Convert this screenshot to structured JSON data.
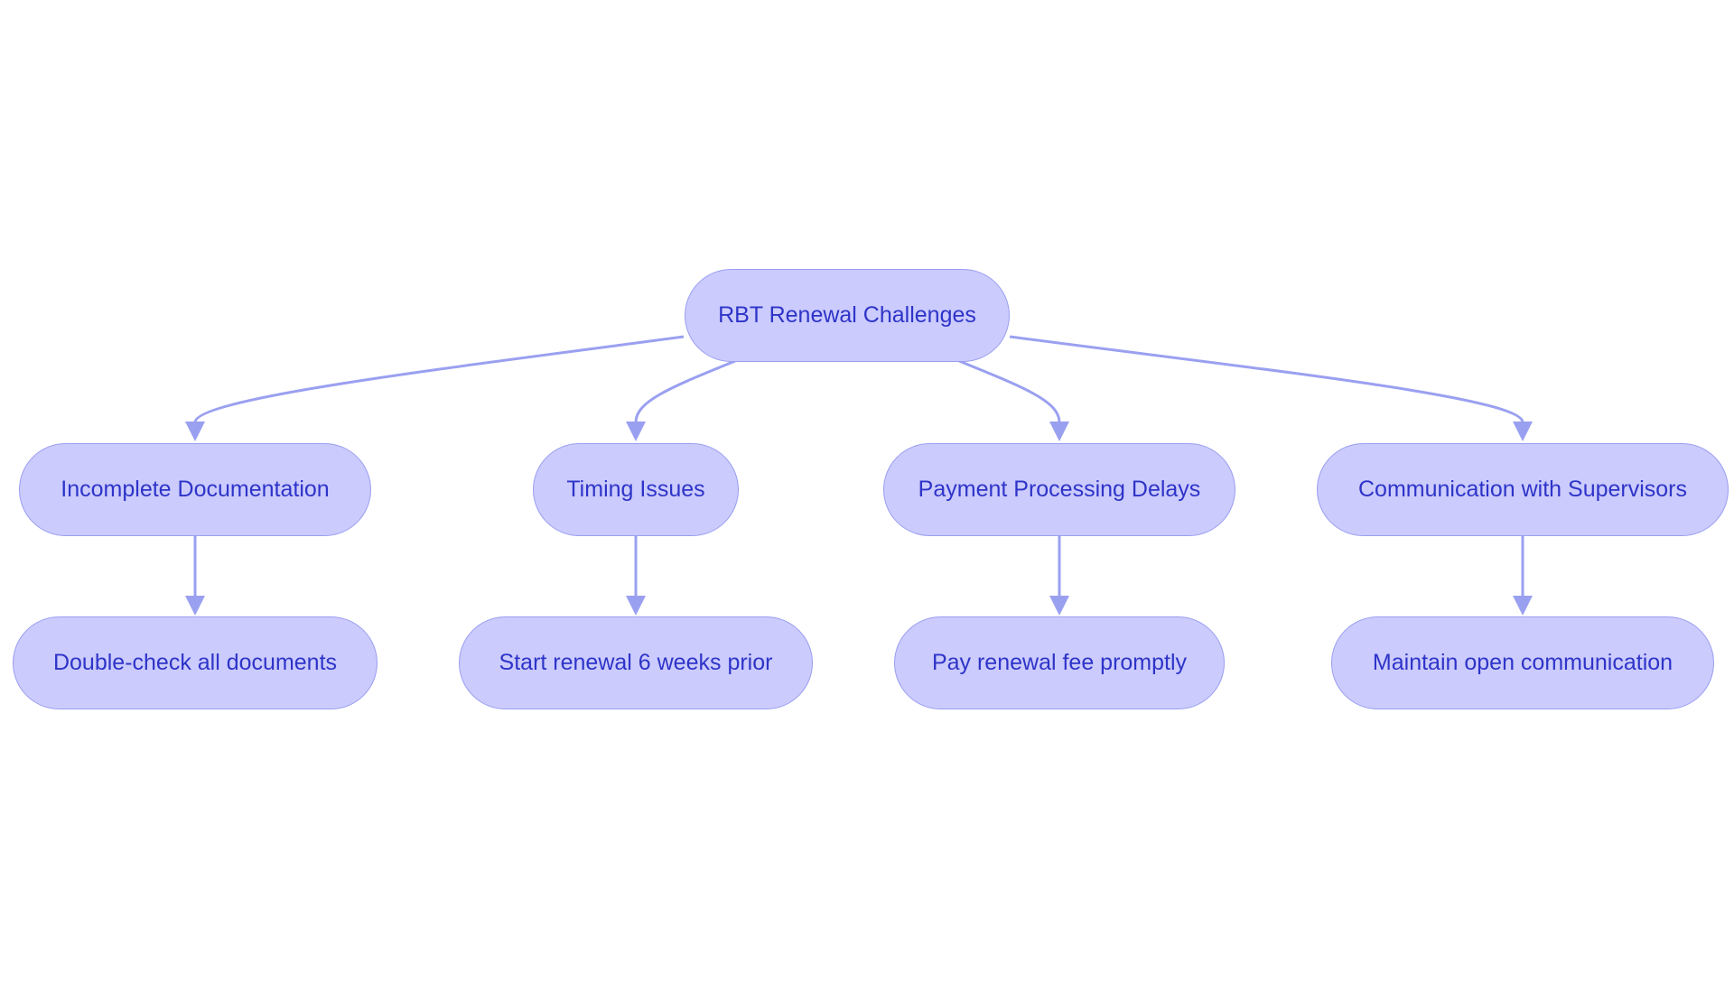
{
  "diagram": {
    "root": {
      "label": "RBT Renewal Challenges"
    },
    "challenges": [
      {
        "label": "Incomplete Documentation",
        "solution": "Double-check all documents"
      },
      {
        "label": "Timing Issues",
        "solution": "Start renewal 6 weeks prior"
      },
      {
        "label": "Payment Processing Delays",
        "solution": "Pay renewal fee promptly"
      },
      {
        "label": "Communication with Supervisors",
        "solution": "Maintain open communication"
      }
    ]
  },
  "colors": {
    "node_fill": "#cbcbfd",
    "node_border": "#9a9ef0",
    "node_text": "#2e34c8",
    "edge": "#9aa0f0"
  }
}
